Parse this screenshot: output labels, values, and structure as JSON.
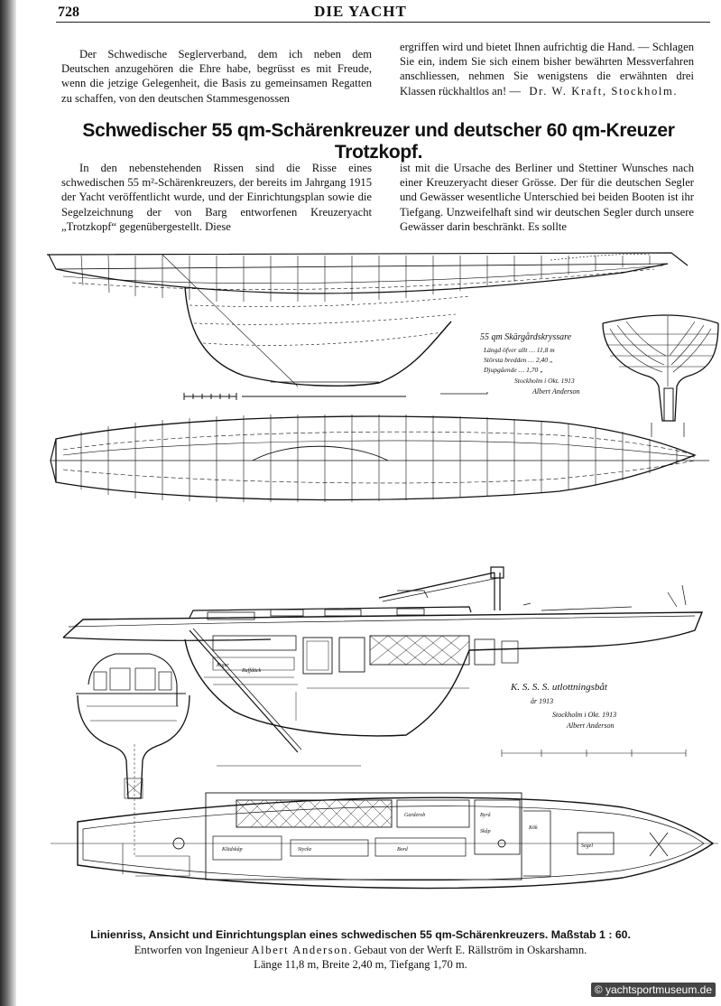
{
  "header": {
    "page_number": "728",
    "running_title": "DIE YACHT"
  },
  "letter": {
    "left": "Der Schwedische Seglerverband, dem ich neben dem Deutschen anzugehören die Ehre habe, begrüsst es mit Freude, wenn die jetzige Gelegenheit, die Basis zu gemeinsamen Regatten zu schaffen, von den deutschen Stammesgenossen",
    "right": "ergriffen wird und bietet Ihnen aufrichtig die Hand. — Schlagen Sie ein, indem Sie sich einem bisher bewährten Messverfahren anschliessen, nehmen Sie wenigstens die erwähnten drei Klassen rückhaltlos an! —",
    "signature": "Dr. W. Kraft, Stockholm."
  },
  "article": {
    "title": "Schwedischer 55 qm-Schärenkreuzer und deutscher 60 qm-Kreuzer Trotzkopf.",
    "left_col": "In den nebenstehenden Rissen sind die Risse eines schwedischen 55 m²-Schärenkreuzers, der bereits im Jahrgang 1915 der Yacht veröffentlicht wurde, und der Einrichtungsplan sowie die Segelzeichnung der von Barg entworfenen Kreuzeryacht „Trotzkopf“ gegenübergestellt. Diese",
    "right_col": "ist mit die Ursache des Berliner und Stettiner Wunsches nach einer Kreuzeryacht dieser Grösse. Der für die deutschen Segler und Gewässer wesentliche Unterschied bei beiden Booten ist ihr Tiefgang. Unzweifelhaft sind wir deutschen Segler durch unsere Gewässer darin beschränkt. Es sollte"
  },
  "drawing_notes": {
    "lines_title": "55 qm Skärgårdskryssare",
    "lines_rows": [
      "Längd öfver allt … 11,8 m",
      "Största bredden … 2,40 „",
      "Djupgående … 1,70 „"
    ],
    "lines_place": "Stockholm i Okt. 1913",
    "lines_signature": "Albert Anderson",
    "plan_title": "K. S. S. S. utlottningsbåt",
    "plan_year": "år 1913",
    "plan_place": "Stockholm i Okt. 1913",
    "plan_signature": "Albert Anderson",
    "labels": [
      "Ruffdäck",
      "Kojer",
      "Klädskåp",
      "Bord",
      "Byrå",
      "Skåp",
      "Garderob",
      "Segel",
      "Stycke",
      "Kök"
    ]
  },
  "caption": {
    "line1": "Linienriss, Ansicht und Einrichtungsplan eines schwedischen 55 qm-Schärenkreuzers.  Maßstab 1 : 60.",
    "line2_pre": "Entworfen von Ingenieur",
    "line2_name": "Albert Anderson",
    "line2_post": ". Gebaut von der Werft E. Rällström in Oskarshamn.",
    "line3": "Länge 11,8 m, Breite 2,40 m, Tiefgang 1,70 m."
  },
  "watermark": "© yachtsportmuseum.de"
}
